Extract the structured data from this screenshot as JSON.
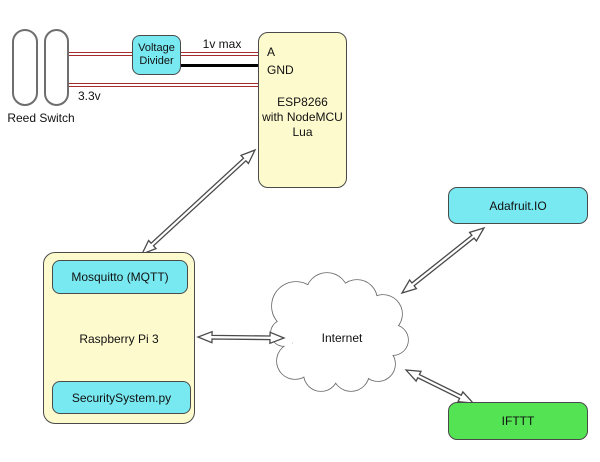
{
  "diagram": {
    "nodes": {
      "reed_switch": {
        "label": "Reed Switch"
      },
      "voltage_divider": {
        "label": "Voltage Divider"
      },
      "esp8266": {
        "pin_a": "A",
        "pin_gnd": "GND",
        "line1": "ESP8266",
        "line2": "with NodeMCU",
        "line3": "Lua"
      },
      "raspberry_pi": {
        "label": "Raspberry Pi 3"
      },
      "mosquitto": {
        "label": "Mosquitto (MQTT)"
      },
      "security_system": {
        "label": "SecuritySystem.py"
      },
      "internet": {
        "label": "Internet"
      },
      "adafruit_io": {
        "label": "Adafruit.IO"
      },
      "ifttt": {
        "label": "IFTTT"
      }
    },
    "wire_labels": {
      "divider_to_esp": "1v max",
      "reed_to_esp": "3.3v"
    },
    "edges": [
      {
        "id": "esp-pi",
        "from": "esp8266",
        "to": "mosquitto",
        "style": "double-headed-outline-arrow"
      },
      {
        "id": "pi-internet",
        "from": "raspberry_pi",
        "to": "internet",
        "style": "double-headed-outline-arrow"
      },
      {
        "id": "internet-adafruit",
        "from": "internet",
        "to": "adafruit_io",
        "style": "double-headed-outline-arrow"
      },
      {
        "id": "internet-ifttt",
        "from": "internet",
        "to": "ifttt",
        "style": "double-headed-outline-arrow"
      }
    ],
    "colors": {
      "node_yellow": "#FDFACD",
      "node_cyan": "#79E9F1",
      "node_green": "#53E353",
      "wire_red": "#A32C2C",
      "wire_black": "#000000"
    }
  }
}
